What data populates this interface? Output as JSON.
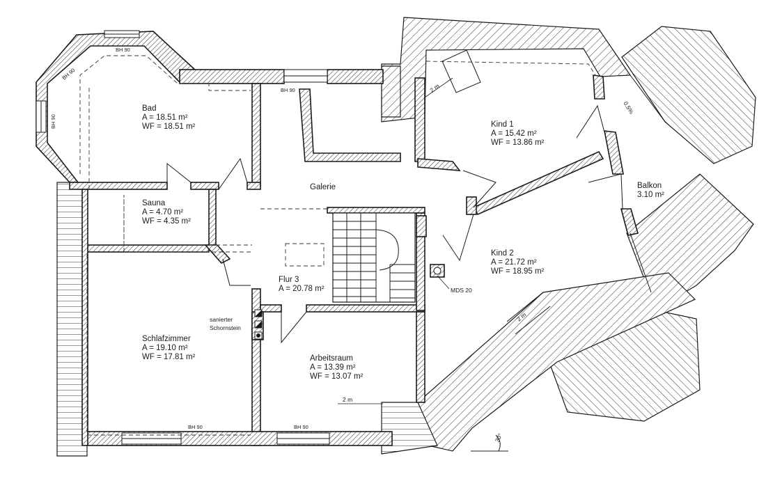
{
  "rooms": {
    "bad": {
      "name": "Bad",
      "area": "A  = 18.51 m²",
      "wf": "WF = 18.51 m²"
    },
    "sauna": {
      "name": "Sauna",
      "area": "A  = 4.70 m²",
      "wf": "WF = 4.35 m²"
    },
    "galerie": {
      "name": "Galerie"
    },
    "kind1": {
      "name": "Kind 1",
      "area": "A  = 15.42 m²",
      "wf": "WF = 13.86 m²"
    },
    "kind2": {
      "name": "Kind 2",
      "area": "A  = 21.72 m²",
      "wf": "WF = 18.95 m²"
    },
    "balkon": {
      "name": "Balkon",
      "area": "3.10 m²"
    },
    "flur": {
      "name": "Flur 3",
      "area": "A = 20.78 m²"
    },
    "schlafzimmer": {
      "name": "Schlafzimmer",
      "area": "A  = 19.10 m²",
      "wf": "WF = 17.81 m²"
    },
    "arbeitsraum": {
      "name": "Arbeitsraum",
      "area": "A  = 13.39 m²",
      "wf": "WF = 13.07 m²"
    }
  },
  "annotations": {
    "bh_bay_top": "BH 90",
    "bh_bay_diag": "BH 90",
    "bh_bay_left": "BH 90",
    "bh_galerie": "BH 90",
    "bh_schlaf": "BH 90",
    "bh_arbeit": "BH 90",
    "schornstein_1": "sanierter",
    "schornstein_2": "Schornstein",
    "mds": "MDS 20",
    "dim_kind1": "2 m",
    "dim_roof_right": "2 m",
    "dim_arbeit": "2 m",
    "slope": "0.5%",
    "angle": "30°"
  }
}
